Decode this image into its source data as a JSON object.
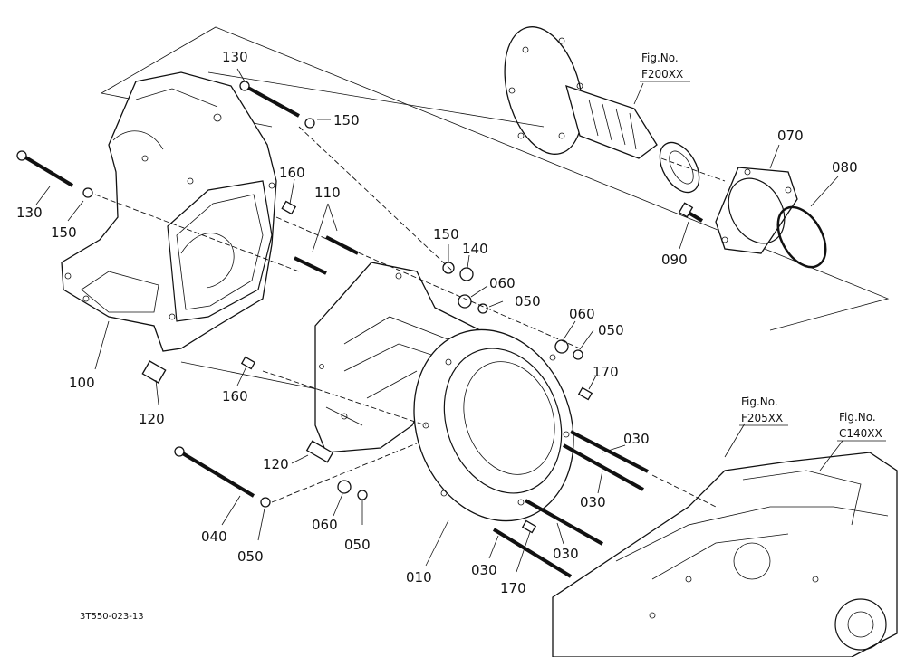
{
  "diagram": {
    "drawing_code": "3T550-023-13",
    "callouts": [
      {
        "id": "c130a",
        "text": "130"
      },
      {
        "id": "c150a",
        "text": "150"
      },
      {
        "id": "c130b",
        "text": "130"
      },
      {
        "id": "c150b",
        "text": "150"
      },
      {
        "id": "c160a",
        "text": "160"
      },
      {
        "id": "c110",
        "text": "110"
      },
      {
        "id": "c150c",
        "text": "150"
      },
      {
        "id": "c140",
        "text": "140"
      },
      {
        "id": "c060a",
        "text": "060"
      },
      {
        "id": "c050a",
        "text": "050"
      },
      {
        "id": "c060b",
        "text": "060"
      },
      {
        "id": "c050b",
        "text": "050"
      },
      {
        "id": "c170a",
        "text": "170"
      },
      {
        "id": "c100",
        "text": "100"
      },
      {
        "id": "c160b",
        "text": "160"
      },
      {
        "id": "c120a",
        "text": "120"
      },
      {
        "id": "c120b",
        "text": "120"
      },
      {
        "id": "c040",
        "text": "040"
      },
      {
        "id": "c050c",
        "text": "050"
      },
      {
        "id": "c060c",
        "text": "060"
      },
      {
        "id": "c050d",
        "text": "050"
      },
      {
        "id": "c010",
        "text": "010"
      },
      {
        "id": "c030a",
        "text": "030"
      },
      {
        "id": "c030b",
        "text": "030"
      },
      {
        "id": "c030c",
        "text": "030"
      },
      {
        "id": "c030d",
        "text": "030"
      },
      {
        "id": "c170b",
        "text": "170"
      },
      {
        "id": "c070",
        "text": "070"
      },
      {
        "id": "c080",
        "text": "080"
      },
      {
        "id": "c090",
        "text": "090"
      }
    ],
    "figure_refs": [
      {
        "id": "f200",
        "label": "Fig.No.",
        "number": "F200XX"
      },
      {
        "id": "f205",
        "label": "Fig.No.",
        "number": "F205XX"
      },
      {
        "id": "c140",
        "label": "Fig.No.",
        "number": "C140XX"
      }
    ]
  }
}
